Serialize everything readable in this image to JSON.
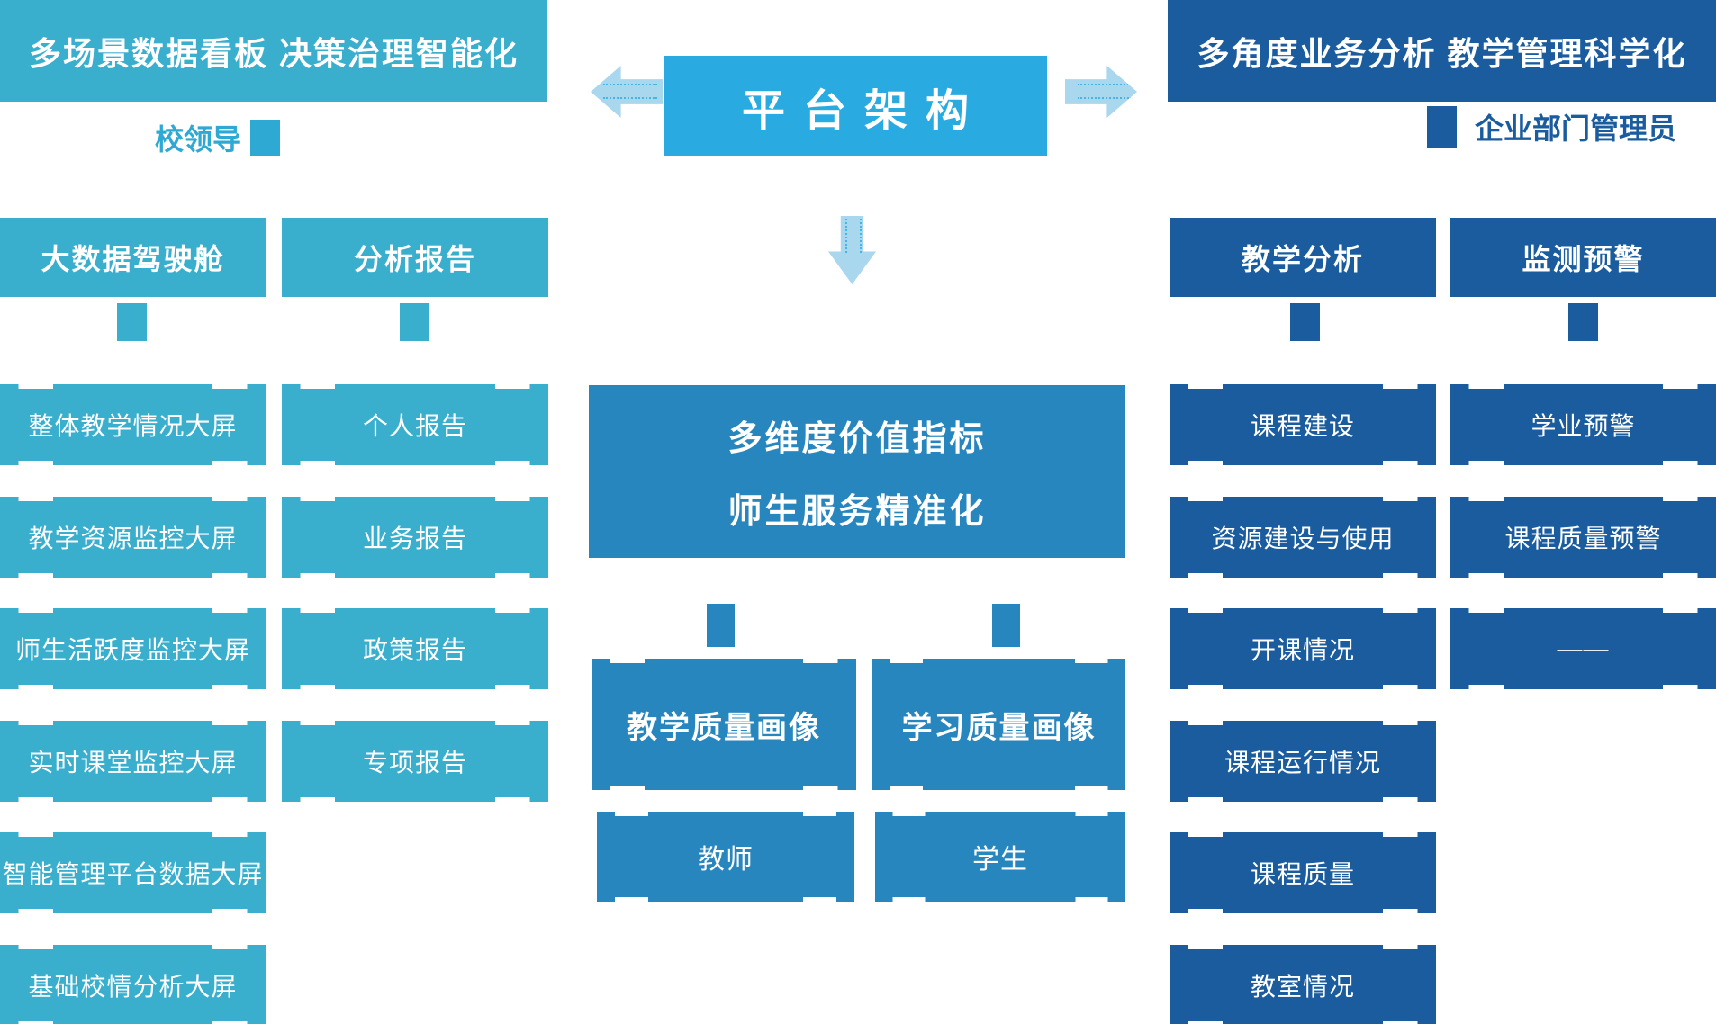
{
  "colors": {
    "cyan": "#3AAECD",
    "title_cyan": "#29ABE2",
    "center_blue": "#2886BE",
    "dark_blue": "#1A5C9E",
    "arrow_light_blue": "#A8D7EE",
    "arrow_dot": "#45B5E5"
  },
  "left_section": {
    "banner": "多场景数据看板 决策治理智能化",
    "role": "校领导",
    "columns": [
      {
        "header": "大数据驾驶舱",
        "items": [
          "整体教学情况大屏",
          "教学资源监控大屏",
          "师生活跃度监控大屏",
          "实时课堂监控大屏",
          "智能管理平台数据大屏",
          "基础校情分析大屏"
        ]
      },
      {
        "header": "分析报告",
        "items": [
          "个人报告",
          "业务报告",
          "政策报告",
          "专项报告"
        ]
      }
    ]
  },
  "center": {
    "title": "平台架构",
    "value_line1": "多维度价值指标",
    "value_line2": "师生服务精准化",
    "profiles": [
      {
        "label": "教学质量画像",
        "target": "教师"
      },
      {
        "label": "学习质量画像",
        "target": "学生"
      }
    ]
  },
  "right_section": {
    "banner": "多角度业务分析 教学管理科学化",
    "role": "企业部门管理员",
    "columns": [
      {
        "header": "教学分析",
        "items": [
          "课程建设",
          "资源建设与使用",
          "开课情况",
          "课程运行情况",
          "课程质量",
          "教室情况"
        ]
      },
      {
        "header": "监测预警",
        "items": [
          "学业预警",
          "课程质量预警",
          "——"
        ]
      }
    ]
  }
}
